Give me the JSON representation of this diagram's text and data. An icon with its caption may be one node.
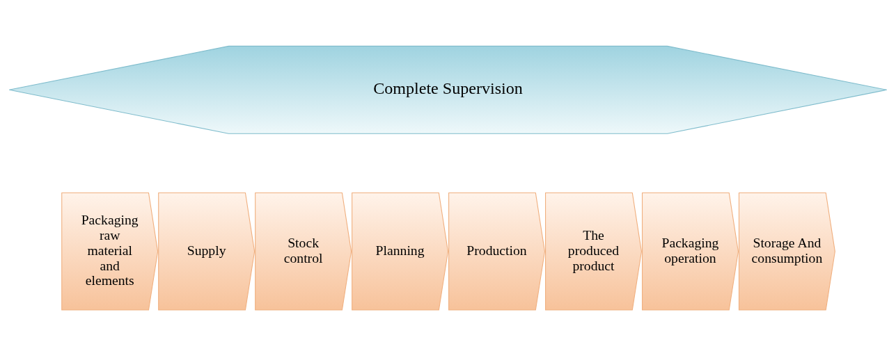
{
  "diagram": {
    "nodes": [
      {
        "text": [
          "Complete Supervision"
        ]
      },
      {
        "text": [
          "Packaging raw material and elements"
        ]
      },
      {
        "text": [
          "Supply"
        ]
      },
      {
        "text": [
          "Stock control"
        ]
      },
      {
        "text": [
          "Planning"
        ]
      },
      {
        "text": [
          "Production"
        ]
      },
      {
        "text": [
          "The produced product"
        ]
      },
      {
        "text": [
          "Packaging operation"
        ]
      },
      {
        "text": [
          "Storage And consumption"
        ]
      }
    ]
  }
}
